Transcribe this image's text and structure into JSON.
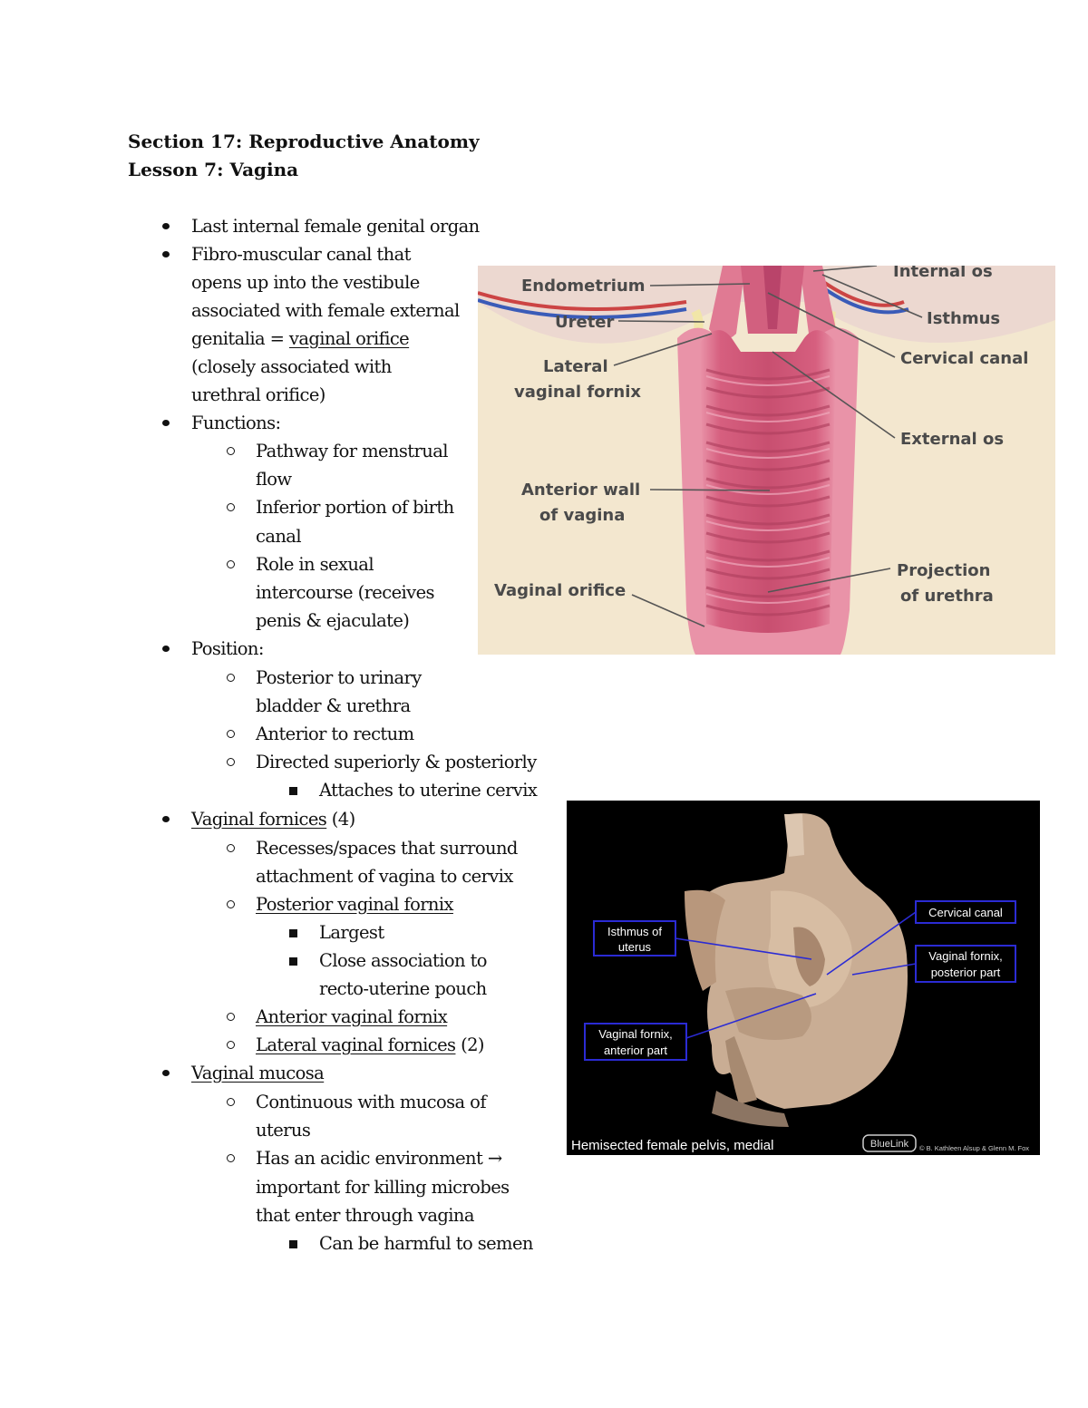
{
  "title": "Section 17: Reproductive Anatomy",
  "subtitle": "Lesson 7: Vagina",
  "notes": {
    "l1": "Last internal female genital organ",
    "l2a": "Fibro-muscular canal that",
    "l2b": "opens up into the vestibule",
    "l2c": "associated with female external",
    "l2d_pre": "genitalia = ",
    "l2d_link": "vaginal orifice",
    "l2e": "(closely associated with",
    "l2f": "urethral orifice)",
    "l3": "Functions:",
    "l3a1": "Pathway for menstrual",
    "l3a2": "flow",
    "l3b1": "Inferior portion of birth",
    "l3b2": "canal",
    "l3c1": "Role in sexual",
    "l3c2": "intercourse (receives",
    "l3c3": "penis & ejaculate)",
    "l4": "Position:",
    "l4a1": "Posterior to urinary",
    "l4a2": "bladder & urethra",
    "l4b": "Anterior to rectum",
    "l4c": "Directed superiorly & posteriorly",
    "l4c1": "Attaches to uterine cervix",
    "l5_link": "Vaginal fornices",
    "l5_post": " (4)",
    "l5a1": "Recesses/spaces that surround",
    "l5a2": "attachment of vagina to cervix",
    "l5b": "Posterior vaginal fornix",
    "l5b1": "Largest",
    "l5b2a": "Close association to",
    "l5b2b": "recto-uterine pouch",
    "l5c": "Anterior vaginal fornix",
    "l5d_link": "Lateral vaginal fornices",
    "l5d_post": " (2)",
    "l6": "Vaginal mucosa",
    "l6a1": "Continuous with mucosa of",
    "l6a2": "uterus",
    "l6b1": "Has an acidic environment →",
    "l6b2": "important for killing microbes",
    "l6b3": "that enter through vagina",
    "l6b4": "Can be harmful to semen"
  },
  "figure1": {
    "labels": {
      "endometrium": "Endometrium",
      "ureter": "Ureter",
      "lateral1": "Lateral",
      "lateral2": "vaginal fornix",
      "anterior1": "Anterior wall",
      "anterior2": "of vagina",
      "orifice": "Vaginal orifice",
      "internal_os": "Internal os",
      "isthmus": "Isthmus",
      "cervical_canal": "Cervical canal",
      "external_os": "External os",
      "projection1": "Projection",
      "projection2": "of urethra"
    }
  },
  "figure2": {
    "labels": {
      "isthmus1": "Isthmus of",
      "isthmus2": "uterus",
      "cervical": "Cervical canal",
      "fornix_post1": "Vaginal fornix,",
      "fornix_post2": "posterior part",
      "fornix_ant1": "Vaginal fornix,",
      "fornix_ant2": "anterior part"
    },
    "caption": "Hemisected female pelvis, medial",
    "logo": "BlueLink",
    "credit": "© B. Kathleen Alsup & Glenn M. Fox"
  },
  "colors": {
    "tissue": "#e07a93",
    "background": "#f3e7cf",
    "callout": "#2b2bd4"
  }
}
